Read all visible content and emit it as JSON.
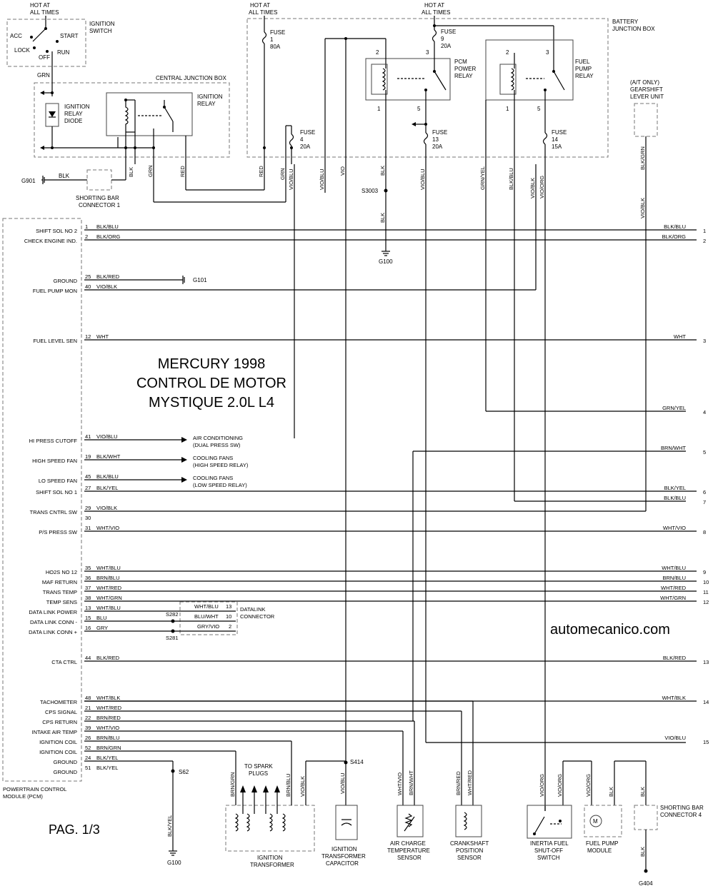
{
  "title": {
    "line1": "MERCURY 1998",
    "line2": "CONTROL DE MOTOR",
    "line3": "MYSTIQUE 2.0L L4"
  },
  "watermark": "automecanico.com",
  "page": "PAG. 1/3",
  "top": {
    "hot_at": "HOT AT",
    "all_times": "ALL TIMES",
    "ignition_switch": [
      "IGNITION",
      "SWITCH"
    ],
    "acc": "ACC",
    "start": "START",
    "lock": "LOCK",
    "off": "OFF",
    "run": "RUN",
    "grn": "GRN",
    "central_jb": "CENTRAL JUNCTION BOX",
    "ign_relay_diode": [
      "IGNITION",
      "RELAY",
      "DIODE"
    ],
    "ign_relay": [
      "IGNITION",
      "RELAY"
    ],
    "battery_jb": [
      "BATTERY",
      "JUNCTION BOX"
    ],
    "fuse1": [
      "FUSE",
      "1",
      "80A"
    ],
    "fuse9": [
      "FUSE",
      "9",
      "20A"
    ],
    "fuse4": [
      "FUSE",
      "4",
      "20A"
    ],
    "fuse13": [
      "FUSE",
      "13",
      "20A"
    ],
    "fuse14": [
      "FUSE",
      "14",
      "15A"
    ],
    "pcm_relay": [
      "PCM",
      "POWER",
      "RELAY"
    ],
    "fp_relay": [
      "FUEL",
      "PUMP",
      "RELAY"
    ],
    "gearshift": [
      "(A/T ONLY)",
      "GEARSHIFT",
      "LEVER UNIT"
    ],
    "pin2": "2",
    "pin3": "3",
    "pin1": "1",
    "pin5": "5",
    "g901": "G901",
    "blk": "BLK",
    "shorting_bar1": [
      "SHORTING BAR",
      "CONNECTOR 1"
    ],
    "s3003": "S3003",
    "g100": "G100"
  },
  "vert_wires": {
    "blk": "BLK",
    "grn": "GRN",
    "red": "RED",
    "vio_blu": "VIO/BLU",
    "vio": "VIO",
    "grn_yel": "GRN/YEL",
    "blk_blu": "BLK/BLU",
    "vio_blk": "VIO/BLK",
    "vio_org": "VIO/ORG",
    "blk_grn": "BLK/GRN"
  },
  "pcm": {
    "label": [
      "POWERTRAIN CONTROL",
      "MODULE (PCM)"
    ],
    "pins": [
      {
        "name": "SHIFT SOL NO 2",
        "pin": "1",
        "color": "BLK/BLU",
        "right": "BLK/BLU",
        "num": "1"
      },
      {
        "name": "CHECK ENGINE IND.",
        "pin": "2",
        "color": "BLK/ORG",
        "right": "BLK/ORG",
        "num": "2"
      },
      {
        "name": "GROUND",
        "pin": "25",
        "color": "BLK/RED",
        "right": "",
        "num": ""
      },
      {
        "name": "FUEL PUMP MON",
        "pin": "40",
        "color": "VIO/BLK",
        "right": "",
        "num": ""
      },
      {
        "name": "FUEL LEVEL SEN",
        "pin": "12",
        "color": "WHT",
        "right": "WHT",
        "num": "3"
      },
      {
        "name": "",
        "pin": "",
        "color": "",
        "right": "GRN/YEL",
        "num": "4"
      },
      {
        "name": "HI PRESS CUTOFF",
        "pin": "41",
        "color": "VIO/BLU",
        "right": "",
        "num": ""
      },
      {
        "name": "",
        "pin": "",
        "color": "",
        "right": "BRN/WHT",
        "num": "5"
      },
      {
        "name": "HIGH SPEED FAN",
        "pin": "19",
        "color": "BLK/WHT",
        "right": "",
        "num": ""
      },
      {
        "name": "LO SPEED FAN",
        "pin": "45",
        "color": "BLK/BLU",
        "right": "",
        "num": ""
      },
      {
        "name": "SHIFT SOL NO 1",
        "pin": "27",
        "color": "BLK/YEL",
        "right": "BLK/YEL",
        "num": "6"
      },
      {
        "name": "",
        "pin": "",
        "color": "",
        "right": "BLK/BLU",
        "num": "7"
      },
      {
        "name": "TRANS CNTRL SW",
        "pin": "29",
        "color": "VIO/BLK",
        "right": "",
        "num": ""
      },
      {
        "name": "",
        "pin": "30",
        "color": "",
        "right": "",
        "num": ""
      },
      {
        "name": "P/S PRESS SW",
        "pin": "31",
        "color": "WHT/VIO",
        "right": "WHT/VIO",
        "num": "8"
      },
      {
        "name": "HO2S NO 12",
        "pin": "35",
        "color": "WHT/BLU",
        "right": "WHT/BLU",
        "num": "9"
      },
      {
        "name": "MAF RETURN",
        "pin": "36",
        "color": "BRN/BLU",
        "right": "BRN/BLU",
        "num": "10"
      },
      {
        "name": "TRANS TEMP",
        "pin": "37",
        "color": "WHT/RED",
        "right": "WHT/RED",
        "num": "11"
      },
      {
        "name": "TEMP SENS",
        "pin": "38",
        "color": "WHT/GRN",
        "right": "WHT/GRN",
        "num": "12"
      },
      {
        "name": "DATA LINK POWER",
        "pin": "13",
        "color": "WHT/BLU",
        "right": "",
        "num": ""
      },
      {
        "name": "DATA LINK CONN -",
        "pin": "15",
        "color": "BLU",
        "right": "",
        "num": ""
      },
      {
        "name": "DATA LINK CONN +",
        "pin": "16",
        "color": "GRY",
        "right": "",
        "num": ""
      },
      {
        "name": "CTA CTRL",
        "pin": "44",
        "color": "BLK/RED",
        "right": "BLK/RED",
        "num": "13"
      },
      {
        "name": "TACHOMETER",
        "pin": "48",
        "color": "WHT/BLK",
        "right": "WHT/BLK",
        "num": "14"
      },
      {
        "name": "CPS SIGNAL",
        "pin": "21",
        "color": "WHT/RED",
        "right": "",
        "num": ""
      },
      {
        "name": "CPS RETURN",
        "pin": "22",
        "color": "BRN/RED",
        "right": "",
        "num": ""
      },
      {
        "name": "INTAKE AIR TEMP",
        "pin": "39",
        "color": "WHT/VIO",
        "right": "",
        "num": ""
      },
      {
        "name": "IGNITION COIL",
        "pin": "26",
        "color": "BRN/BLU",
        "right": "VIO/BLU",
        "num": "15"
      },
      {
        "name": "IGNITION COIL",
        "pin": "52",
        "color": "BRN/GRN",
        "right": "",
        "num": ""
      },
      {
        "name": "GROUND",
        "pin": "24",
        "color": "BLK/YEL",
        "right": "",
        "num": ""
      },
      {
        "name": "GROUND",
        "pin": "51",
        "color": "BLK/YEL",
        "right": "",
        "num": ""
      }
    ]
  },
  "mid": {
    "g101": "G101",
    "ac": [
      "AIR CONDITIONING",
      "(DUAL PRESS SW)"
    ],
    "cf_high": [
      "COOLING FANS",
      "(HIGH SPEED RELAY)"
    ],
    "cf_low": [
      "COOLING FANS",
      "(LOW SPEED RELAY)"
    ],
    "dl_wht_blu": "WHT/BLU",
    "dl_13": "13",
    "dl_blu_wht": "BLU/WHT",
    "dl_10": "10",
    "dl_gry_vio": "GRY/VIO",
    "dl_2": "2",
    "s282": "S282",
    "s281": "S281",
    "datalink": [
      "DATALINK",
      "CONNECTOR"
    ]
  },
  "bottom": {
    "s62": "S62",
    "s414": "S414",
    "blk_yel": "BLK/YEL",
    "g100": "G100",
    "to_spark": [
      "TO SPARK",
      "PLUGS"
    ],
    "brn_grn": "BRN/GRN",
    "brn_blu": "BRN/BLU",
    "vio_blk": "VIO/BLK",
    "vio_blu": "VIO/BLU",
    "wht_vio": "WHT/VIO",
    "brn_wht": "BRN/WHT",
    "brn_red": "BRN/RED",
    "wht_red": "WHT/RED",
    "vio_org": "VIO/ORG",
    "blk": "BLK",
    "ign_transformer": [
      "IGNITION",
      "TRANSFORMER"
    ],
    "ign_capacitor": [
      "IGNITION",
      "TRANSFORMER",
      "CAPACITOR"
    ],
    "act_sensor": [
      "AIR CHARGE",
      "TEMPERATURE",
      "SENSOR"
    ],
    "ckp_sensor": [
      "CRANKSHAFT",
      "POSITION",
      "SENSOR"
    ],
    "inertia": [
      "INERTIA FUEL",
      "SHUT-OFF",
      "SWITCH"
    ],
    "fp_module": [
      "FUEL PUMP",
      "MODULE"
    ],
    "shorting_bar4": [
      "SHORTING BAR",
      "CONNECTOR 4"
    ],
    "g404": "G404"
  }
}
